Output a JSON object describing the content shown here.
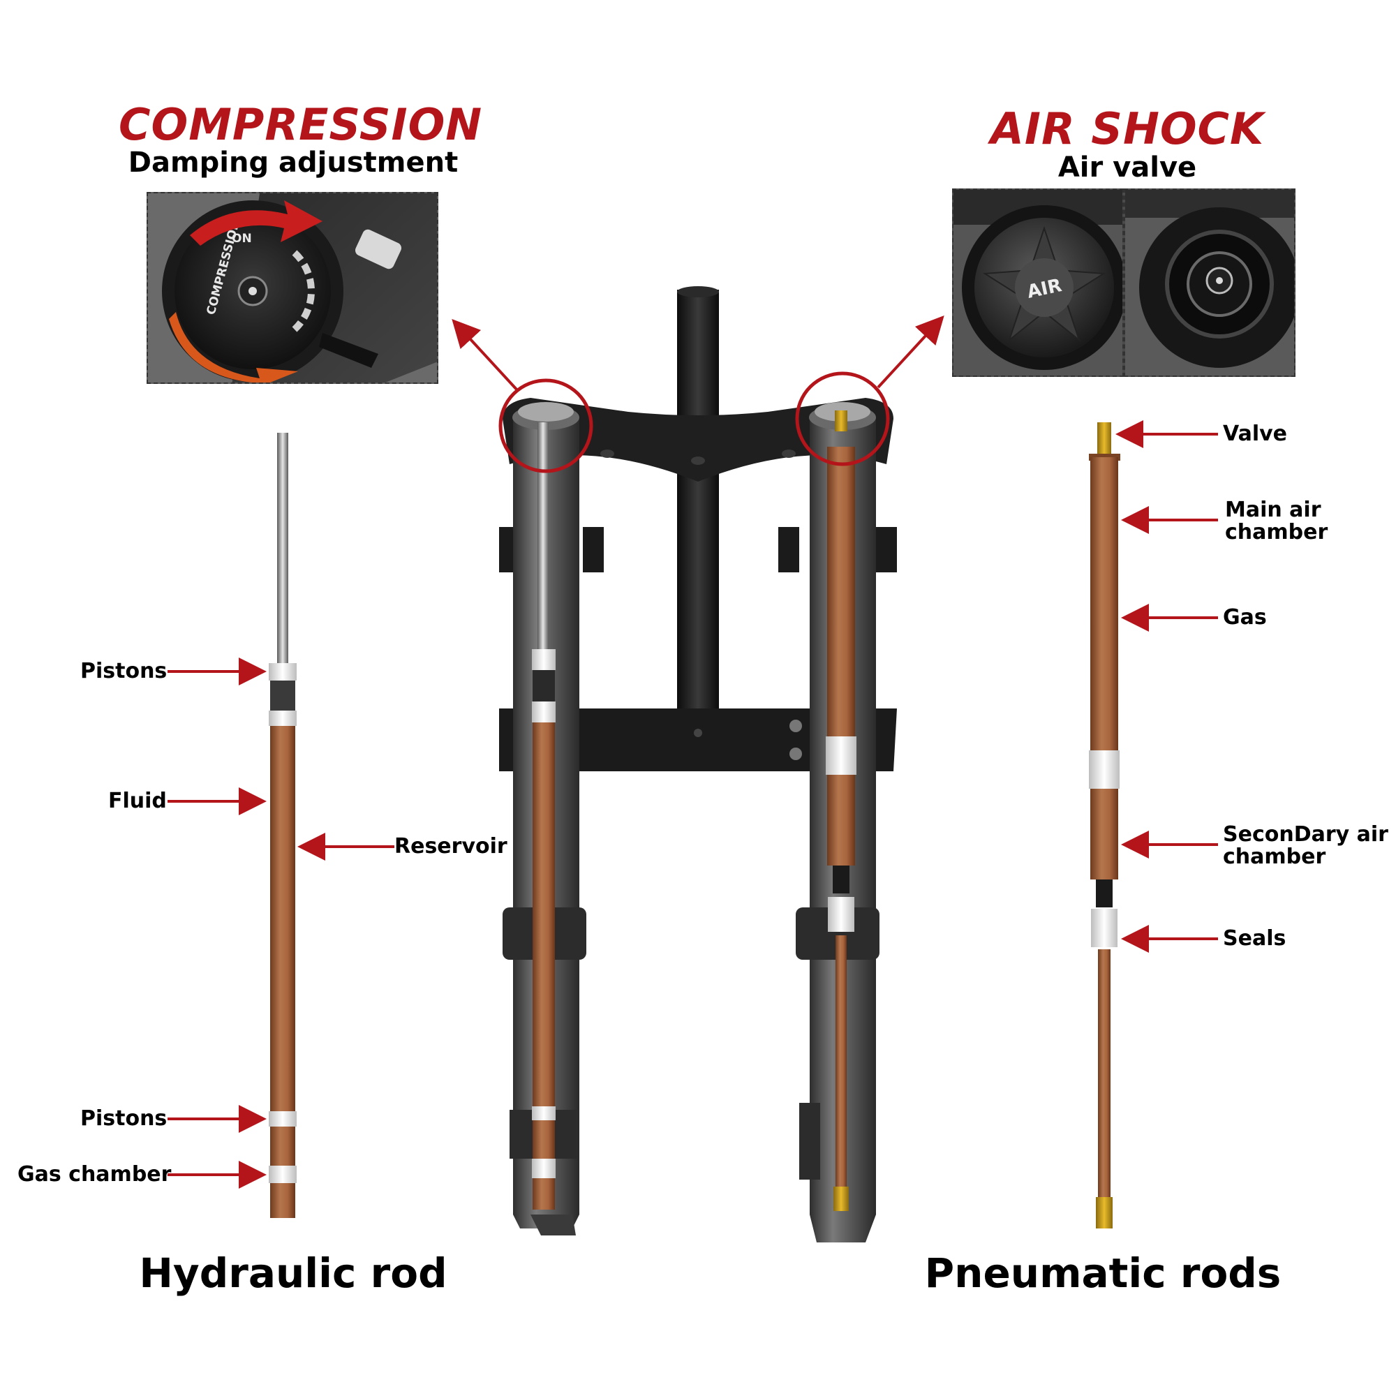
{
  "colors": {
    "accent_red": "#b3151b",
    "rod_copper": "#a8653e",
    "fork_gray": "#5a5a5a",
    "bracket_black": "#1e1e1e",
    "valve_gold": "#d4a11a"
  },
  "left_callout": {
    "title": "COMPRESSION",
    "subtitle": "Damping adjustment",
    "knob_text": "COMPRESSION",
    "knob_label_on": "ON"
  },
  "right_callout": {
    "title": "AIR SHOCK",
    "subtitle": "Air valve",
    "cap_text": "AIR"
  },
  "hydraulic": {
    "caption": "Hydraulic rod",
    "labels": [
      "Pistons",
      "Fluid",
      "Reservoir",
      "Pistons",
      "Gas chamber"
    ]
  },
  "pneumatic": {
    "caption": "Pneumatic rods",
    "labels": [
      "Valve",
      "Main air\nchamber",
      "Gas",
      "SeconDary air\nchamber",
      "Seals"
    ]
  }
}
